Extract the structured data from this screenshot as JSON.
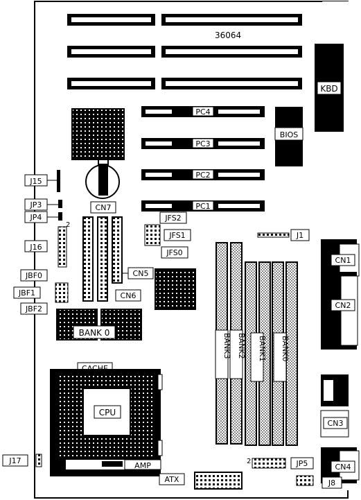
{
  "board_id": "36064",
  "labels": {
    "kbd": "KBD",
    "bios": "BIOS",
    "pc4": "PC4",
    "pc3": "PC3",
    "pc2": "PC2",
    "pc1": "PC1",
    "cn7": "CN7",
    "cn5": "CN5",
    "cn6": "CN6",
    "j15": "J15",
    "jp3": "JP3",
    "jp4": "JP4",
    "j16": "J16",
    "jbf0": "JBF0",
    "jbf1": "JBF1",
    "jbf2": "JBF2",
    "jfs2": "JFS2",
    "jfs1": "JFS1",
    "jfs0": "JFS0",
    "j1": "J1",
    "cn1": "CN1",
    "cn2": "CN2",
    "cn3": "CN3",
    "cn4": "CN4",
    "jp5": "JP5",
    "j8": "J8",
    "atx": "ATX",
    "j17": "J17",
    "bank0_cache": "BANK 0",
    "cache": "CACHE",
    "cpu": "CPU",
    "amp": "AMP",
    "simm_bank3": "BANK3",
    "simm_bank2": "BANK2",
    "simm_bank1": "BANK1",
    "simm_bank0": "BANK0",
    "pin2_j16": "2",
    "pin2_jp5": "2"
  },
  "colors": {
    "ink": "#000000",
    "paper": "#ffffff"
  }
}
